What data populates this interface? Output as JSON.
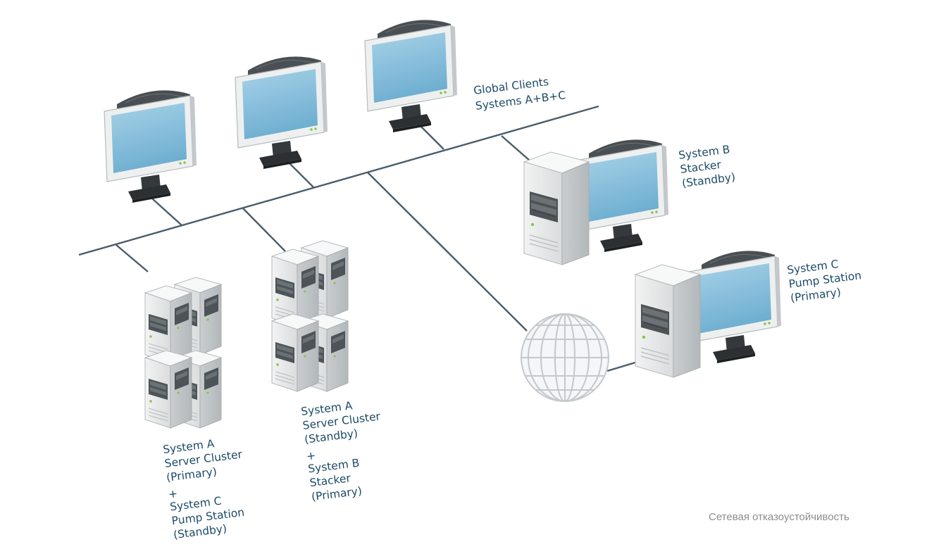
{
  "labels": {
    "global_clients": [
      "Global Clients",
      "Systems A+B+C"
    ],
    "system_b_standby": [
      "System B",
      "Stacker",
      "(Standby)"
    ],
    "system_c_primary": [
      "System C",
      "Pump Station",
      "(Primary)"
    ],
    "cluster_left": [
      "System A",
      "Server Cluster",
      "(Primary)",
      "+",
      "System C",
      "Pump Station",
      "(Standby)"
    ],
    "cluster_mid": [
      "System A",
      "Server Cluster",
      "(Standby)",
      "+",
      "System B",
      "Stacker",
      "(Primary)"
    ]
  },
  "caption": "Сетевая отказоустойчивость",
  "colors": {
    "label": "#1c4a66",
    "wire": "#4a5d6a",
    "screen": "#7fb9d8",
    "caption": "#8a8d90"
  },
  "icons": [
    "monitor-icon",
    "server-tower-icon",
    "server-cluster-icon",
    "globe-icon"
  ]
}
